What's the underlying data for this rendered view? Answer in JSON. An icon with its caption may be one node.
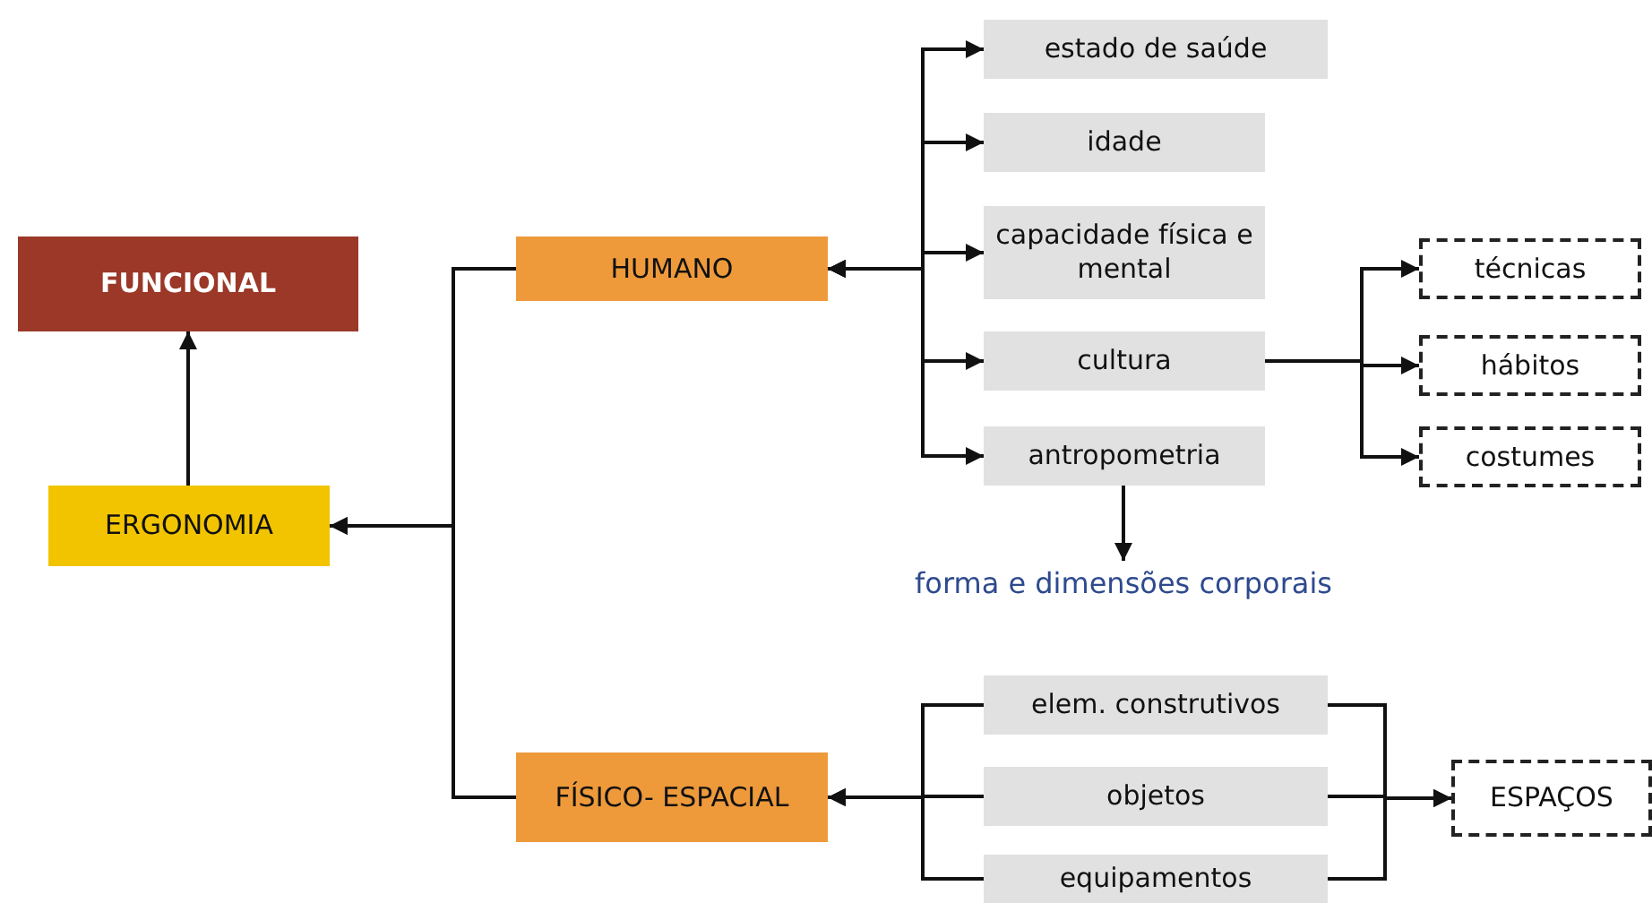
{
  "diagram": {
    "nodes": [
      {
        "text": [
          "FUNCIONAL"
        ]
      },
      {
        "text": [
          "ERGONOMIA"
        ]
      },
      {
        "text": [
          "HUMANO"
        ]
      },
      {
        "text": [
          "FÍSICO- ESPACIAL"
        ]
      },
      {
        "text": [
          "estado de saúde"
        ]
      },
      {
        "text": [
          "idade"
        ]
      },
      {
        "text": [
          "capacidade física e mental"
        ]
      },
      {
        "text": [
          "cultura"
        ]
      },
      {
        "text": [
          "antropometria"
        ]
      },
      {
        "text": [
          "técnicas"
        ]
      },
      {
        "text": [
          "hábitos"
        ]
      },
      {
        "text": [
          "costumes"
        ]
      },
      {
        "text": [
          "forma e dimensões corporais"
        ]
      },
      {
        "text": [
          "elem. construtivos"
        ]
      },
      {
        "text": [
          "objetos"
        ]
      },
      {
        "text": [
          "equipamentos"
        ]
      },
      {
        "text": [
          "ESPAÇOS"
        ]
      }
    ],
    "edges": [
      {
        "from": 1,
        "to": 0,
        "arrow": "to"
      },
      {
        "from": 2,
        "to": 1,
        "arrow": "to"
      },
      {
        "from": 3,
        "to": 1,
        "arrow": "to"
      },
      {
        "from": 2,
        "to": 4,
        "arrow": "both"
      },
      {
        "from": 2,
        "to": 5,
        "arrow": "both"
      },
      {
        "from": 2,
        "to": 6,
        "arrow": "both"
      },
      {
        "from": 2,
        "to": 7,
        "arrow": "both"
      },
      {
        "from": 2,
        "to": 8,
        "arrow": "both"
      },
      {
        "from": 7,
        "to": 9,
        "arrow": "to"
      },
      {
        "from": 7,
        "to": 10,
        "arrow": "to"
      },
      {
        "from": 7,
        "to": 11,
        "arrow": "to"
      },
      {
        "from": 8,
        "to": 12,
        "arrow": "to"
      },
      {
        "from": 13,
        "to": 3,
        "arrow": "to"
      },
      {
        "from": 14,
        "to": 3,
        "arrow": "to"
      },
      {
        "from": 15,
        "to": 3,
        "arrow": "to"
      },
      {
        "from": 13,
        "to": 16,
        "arrow": "to"
      },
      {
        "from": 14,
        "to": 16,
        "arrow": "to"
      },
      {
        "from": 15,
        "to": 16,
        "arrow": "to"
      }
    ]
  }
}
